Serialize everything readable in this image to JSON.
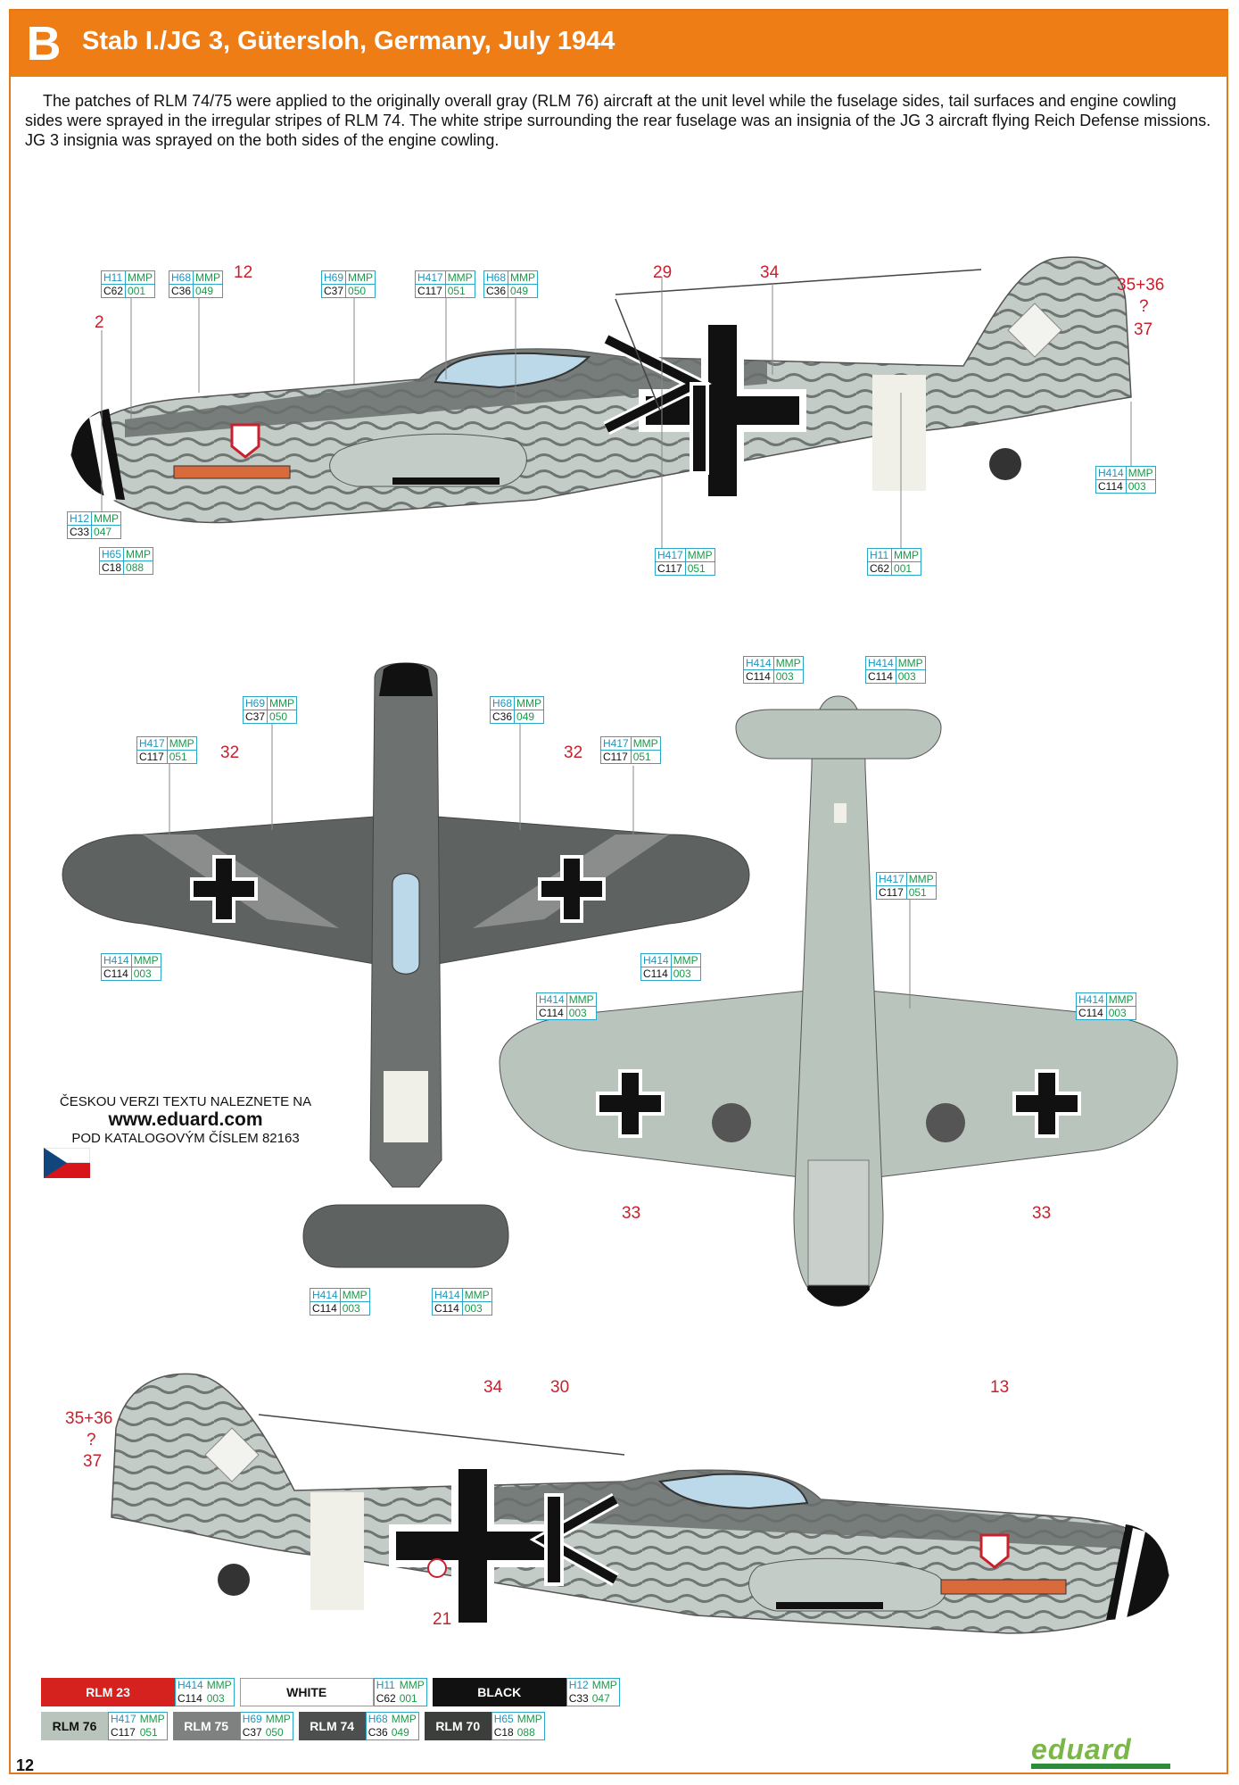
{
  "header": {
    "badge": "B",
    "title": "Stab I./JG 3, Gütersloh, Germany, July 1944"
  },
  "description": "The patches of RLM 74/75 were applied to the originally overall gray (RLM 76) aircraft at the unit level while the fuselage sides, tail surfaces and engine cowling sides were sprayed in the irregular stripes of RLM 74. The white stripe surrounding the rear fuselage was an insignia of the JG 3 aircraft flying Reich Defense missions. JG 3 insignia was sprayed on the both sides of the engine cowling.",
  "colors": {
    "accent": "#ef7d16",
    "rlm23": "#d6221f",
    "rlm76": "#b9c4bd",
    "rlm75": "#7f8180",
    "rlm74": "#4c4f4e",
    "rlm70": "#3b3e3a",
    "black": "#111111",
    "white": "#ffffff",
    "code_blue": "#1a95c2",
    "code_green": "#1a9a4a",
    "callout_red": "#c8202c"
  },
  "codes": [
    {
      "h": "H11",
      "m": "MMP",
      "c": "C62",
      "n": "001"
    },
    {
      "h": "H68",
      "m": "MMP",
      "c": "C36",
      "n": "049"
    },
    {
      "h": "H69",
      "m": "MMP",
      "c": "C37",
      "n": "050"
    },
    {
      "h": "H417",
      "m": "MMP",
      "c": "C117",
      "n": "051"
    },
    {
      "h": "H68",
      "m": "MMP",
      "c": "C36",
      "n": "049"
    },
    {
      "h": "H12",
      "m": "MMP",
      "c": "C33",
      "n": "047"
    },
    {
      "h": "H65",
      "m": "MMP",
      "c": "C18",
      "n": "088"
    },
    {
      "h": "H417",
      "m": "MMP",
      "c": "C117",
      "n": "051"
    },
    {
      "h": "H11",
      "m": "MMP",
      "c": "C62",
      "n": "001"
    },
    {
      "h": "H414",
      "m": "MMP",
      "c": "C114",
      "n": "003"
    },
    {
      "h": "H69",
      "m": "MMP",
      "c": "C37",
      "n": "050"
    },
    {
      "h": "H68",
      "m": "MMP",
      "c": "C36",
      "n": "049"
    },
    {
      "h": "H417",
      "m": "MMP",
      "c": "C117",
      "n": "051"
    },
    {
      "h": "H417",
      "m": "MMP",
      "c": "C117",
      "n": "051"
    },
    {
      "h": "H414",
      "m": "MMP",
      "c": "C114",
      "n": "003"
    },
    {
      "h": "H414",
      "m": "MMP",
      "c": "C114",
      "n": "003"
    },
    {
      "h": "H414",
      "m": "MMP",
      "c": "C114",
      "n": "003"
    },
    {
      "h": "H414",
      "m": "MMP",
      "c": "C114",
      "n": "003"
    },
    {
      "h": "H417",
      "m": "MMP",
      "c": "C117",
      "n": "051"
    },
    {
      "h": "H414",
      "m": "MMP",
      "c": "C114",
      "n": "003"
    },
    {
      "h": "H414",
      "m": "MMP",
      "c": "C114",
      "n": "003"
    },
    {
      "h": "H414",
      "m": "MMP",
      "c": "C114",
      "n": "003"
    },
    {
      "h": "H414",
      "m": "MMP",
      "c": "C114",
      "n": "003"
    }
  ],
  "callouts": [
    "12",
    "2",
    "29",
    "34",
    "35+36",
    "?",
    "37",
    "32",
    "32",
    "33",
    "33",
    "35+36",
    "?",
    "37",
    "34",
    "30",
    "13",
    "21"
  ],
  "czech": {
    "line1": "ČESKOU VERZI TEXTU NALEZNETE NA",
    "line2": "www.eduard.com",
    "line3": "POD KATALOGOVÝM ČÍSLEM 82163"
  },
  "legend": [
    {
      "label": "RLM 23",
      "bg": "#d6221f",
      "fg": "#ffffff",
      "h": "H414",
      "m": "MMP",
      "c": "C114",
      "n": "003"
    },
    {
      "label": "WHITE",
      "bg": "#ffffff",
      "fg": "#111111",
      "h": "H11",
      "m": "MMP",
      "c": "C62",
      "n": "001"
    },
    {
      "label": "BLACK",
      "bg": "#111111",
      "fg": "#ffffff",
      "h": "H12",
      "m": "MMP",
      "c": "C33",
      "n": "047"
    },
    {
      "label": "RLM 76",
      "bg": "#b9c4bd",
      "fg": "#111111",
      "h": "H417",
      "m": "MMP",
      "c": "C117",
      "n": "051"
    },
    {
      "label": "RLM 75",
      "bg": "#7f8180",
      "fg": "#ffffff",
      "h": "H69",
      "m": "MMP",
      "c": "C37",
      "n": "050"
    },
    {
      "label": "RLM 74",
      "bg": "#4c4f4e",
      "fg": "#ffffff",
      "h": "H68",
      "m": "MMP",
      "c": "C36",
      "n": "049"
    },
    {
      "label": "RLM 70",
      "bg": "#3b3e3a",
      "fg": "#ffffff",
      "h": "H65",
      "m": "MMP",
      "c": "C18",
      "n": "088"
    }
  ],
  "logo": "eduard",
  "page_number": "12"
}
